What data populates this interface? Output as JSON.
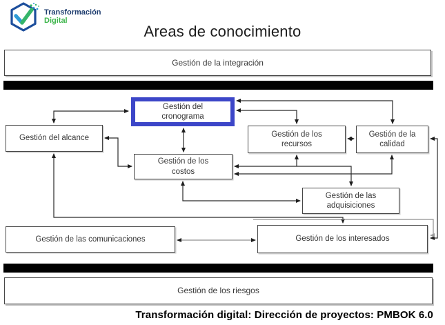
{
  "logo": {
    "line1": "Transformación",
    "line2": "Digital"
  },
  "slide": {
    "title": "Areas de conocimiento",
    "footer": "Transformación digital: Dirección de proyectos: PMBOK 6.0"
  },
  "diagram": {
    "nodes": {
      "integracion": {
        "label": "Gestión de la integración"
      },
      "cronograma": {
        "label": "Gestión del cronograma",
        "highlighted": true
      },
      "alcance": {
        "label": "Gestión del alcance"
      },
      "recursos": {
        "label": "Gestión de los recursos"
      },
      "calidad": {
        "label": "Gestión de la calidad"
      },
      "costos": {
        "label": "Gestión de los costos"
      },
      "adquisiciones": {
        "label": "Gestión de las adquisiciones"
      },
      "comunicaciones": {
        "label": "Gestión de las comunicaciones"
      },
      "interesados": {
        "label": "Gestión de los interesados"
      },
      "riesgos": {
        "label": "Gestión de los riesgos"
      }
    },
    "connections": [
      {
        "from": "alcance",
        "to": "cronograma",
        "bidirectional": true,
        "via": "alcance-top / cronograma-left"
      },
      {
        "from": "cronograma",
        "to": "costos",
        "bidirectional": true,
        "via": "vertical"
      },
      {
        "from": "alcance",
        "to": "costos",
        "bidirectional": true,
        "via": "alcance-right / costos-left"
      },
      {
        "from": "cronograma",
        "to": "calidad",
        "bidirectional": true,
        "via": "cronograma-right / calidad-top"
      },
      {
        "from": "cronograma",
        "to": "recursos",
        "bidirectional": true,
        "via": "cronograma-right / recursos-top"
      },
      {
        "from": "recursos",
        "to": "calidad",
        "bidirectional": true,
        "via": "horizontal"
      },
      {
        "from": "costos",
        "to": "adquisiciones",
        "bidirectional": true,
        "via": "costos-right / adquisiciones-top"
      },
      {
        "from": "adquisiciones",
        "to": "recursos",
        "bidirectional": false,
        "via": "branch up to recursos-bottom"
      },
      {
        "from": "costos",
        "to": "calidad",
        "bidirectional": true,
        "via": "costos-right / calidad-bottom"
      },
      {
        "from": "costos",
        "to": "adquisiciones",
        "bidirectional": true,
        "via": "costos-bottom / adquisiciones-left"
      },
      {
        "from": "calidad",
        "to": "interesados",
        "bidirectional": true,
        "via": "calidad-right / interesados-right"
      },
      {
        "from": "alcance",
        "to": "interesados",
        "bidirectional": true,
        "via": "alcance-bottom / interesados-top"
      },
      {
        "from": "alcance",
        "to": "interesados",
        "bidirectional": false,
        "via": "gray route to interesados-right"
      },
      {
        "from": "comunicaciones",
        "to": "interesados",
        "bidirectional": true,
        "via": "horizontal"
      }
    ],
    "colors": {
      "highlight_border": "#3c46c8",
      "box_border": "#474747",
      "connector": "#2a2a2a",
      "connector_gray": "#8f8f8f",
      "divider_bar": "#000000",
      "logo_hexagon": "#1c4e9c",
      "logo_check_blue": "#2e9bd6",
      "logo_check_green": "#35b56a",
      "logo_text_blue": "#1d3c6e",
      "logo_text_green": "#3cb54a"
    }
  }
}
